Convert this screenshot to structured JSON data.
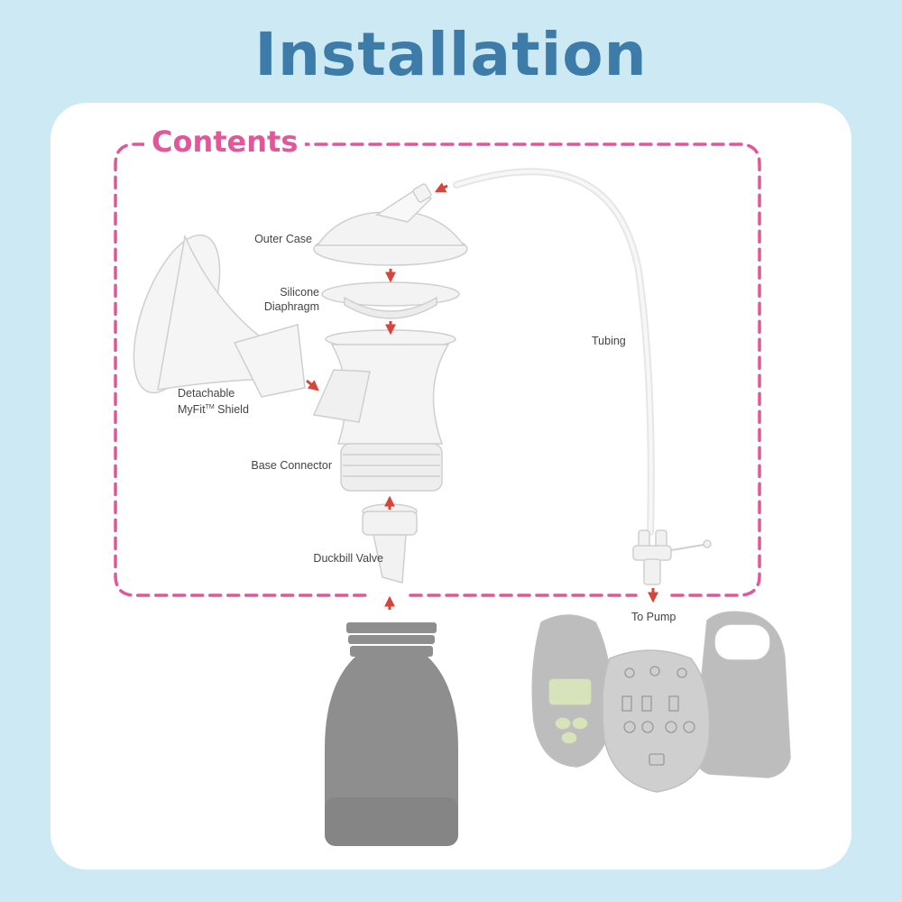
{
  "title": "Installation",
  "contents_title": "Contents",
  "colors": {
    "background": "#cce9f4",
    "title": "#3d7ba8",
    "accent": "#e0579a",
    "arrow": "#d6453c"
  },
  "labels": {
    "outer_case": "Outer Case",
    "silicone_line1": "Silicone",
    "silicone_line2": "Diaphragm",
    "shield_line1": "Detachable",
    "shield_line2_a": "MyFit",
    "shield_line2_tm": "TM",
    "shield_line2_b": " Shield",
    "base_connector": "Base Connector",
    "duckbill_valve": "Duckbill Valve",
    "tubing": "Tubing",
    "to_pump": "To Pump"
  }
}
